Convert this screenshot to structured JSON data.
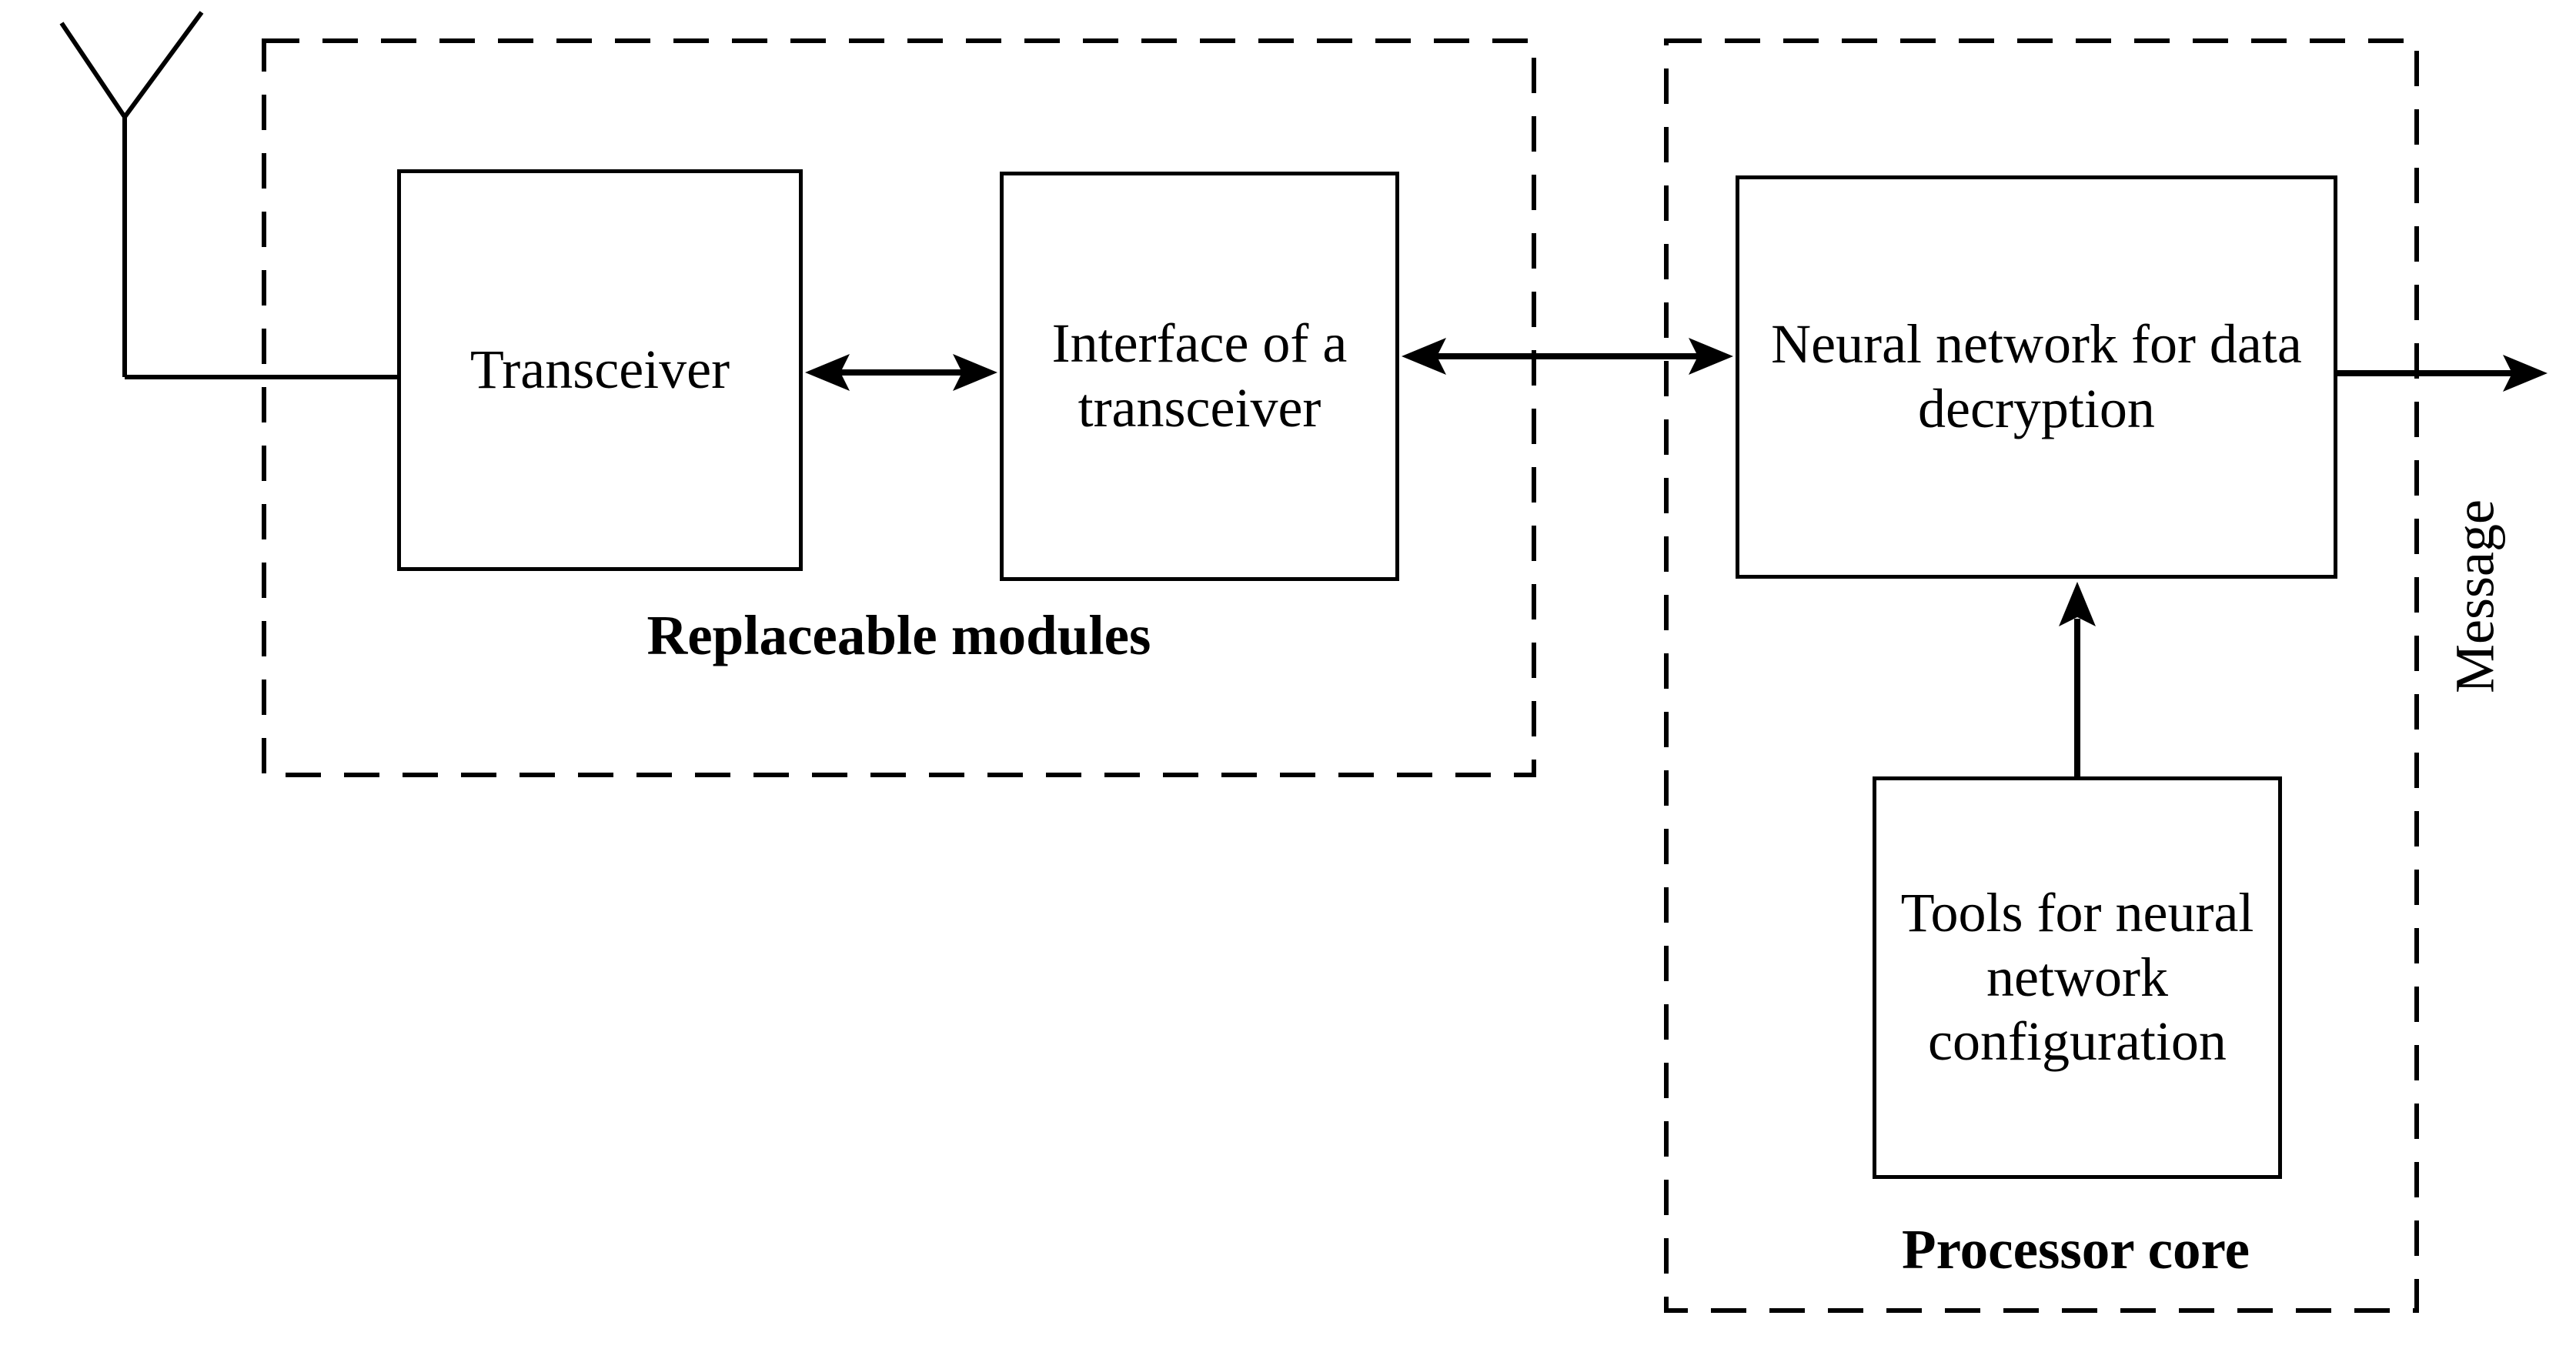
{
  "diagram": {
    "background_color": "#ffffff",
    "line_color": "#000000",
    "icons": {
      "antenna": "antenna-icon"
    },
    "groups": {
      "replaceable_modules": {
        "label": "Replaceable modules"
      },
      "processor_core": {
        "label": "Processor core"
      }
    },
    "blocks": {
      "transceiver": {
        "label": "Transceiver"
      },
      "transceiver_interface": {
        "label": "Interface of a\ntransceiver"
      },
      "neural_network": {
        "label": "Neural network for data\ndecryption"
      },
      "nn_config_tools": {
        "label": "Tools for neural\nnetwork\nconfiguration"
      }
    },
    "labels": {
      "message": "Message"
    }
  }
}
